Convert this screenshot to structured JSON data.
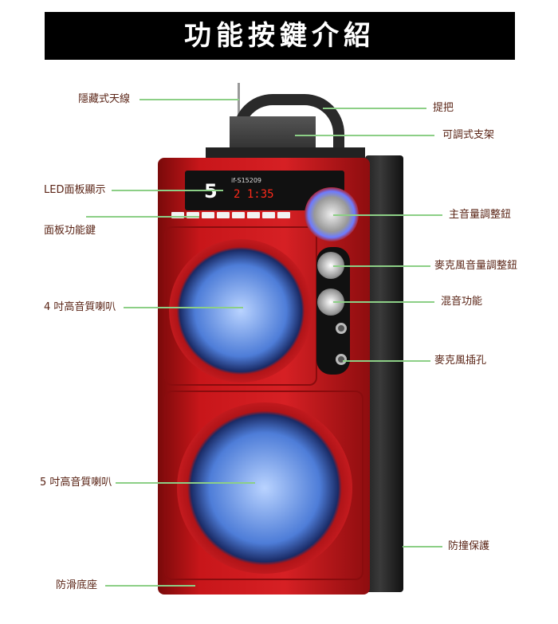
{
  "title": "功能按鍵介紹",
  "product": {
    "model": "if-S15209",
    "display_time": "2 1:35",
    "logo": "5"
  },
  "labels": {
    "antenna": "隱藏式天線",
    "handle": "提把",
    "stand": "可調式支架",
    "led": "LED面板顯示",
    "panel_keys": "面板功能鍵",
    "main_volume": "主音量調整鈕",
    "mic_volume": "麥克風音量調整鈕",
    "echo": "混音功能",
    "speaker4": "4 吋高音質喇叭",
    "mic_jack": "麥克風插孔",
    "speaker5": "5 吋高音質喇叭",
    "bumper": "防撞保護",
    "base": "防滑底座"
  },
  "colors": {
    "label": "#5a2416",
    "line": "#8ccf86",
    "body": "#d62024"
  }
}
